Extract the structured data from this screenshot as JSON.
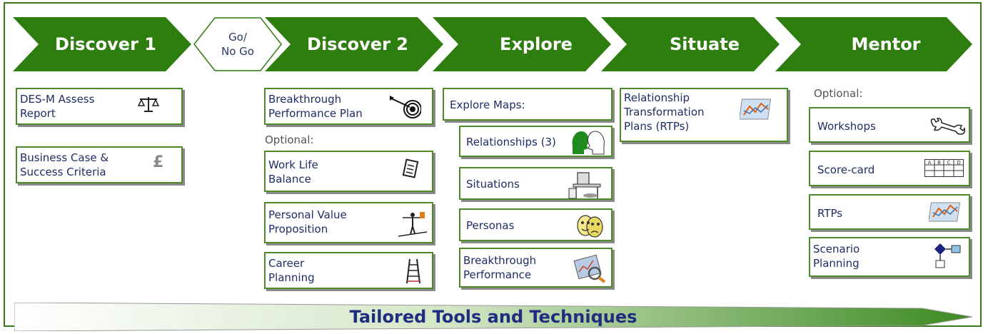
{
  "phases": [
    {
      "label": "Discover 1"
    },
    {
      "label": "Discover 2"
    },
    {
      "label": "Explore"
    },
    {
      "label": "Situate"
    },
    {
      "label": "Mentor"
    }
  ],
  "gate": {
    "line1": "Go/",
    "line2": "No Go"
  },
  "col1": {
    "items": [
      {
        "text": "DES-M Assess\nReport",
        "icon": "scales-icon"
      },
      {
        "text": "Business Case &\nSuccess Criteria",
        "icon": "pound-icon",
        "icon_text": "£"
      }
    ]
  },
  "col2": {
    "main": {
      "text": "Breakthrough\nPerformance Plan",
      "icon": "dart-target-icon"
    },
    "optional_label": "Optional:",
    "items": [
      {
        "text": "Work Life\nBalance",
        "icon": "scroll-icon"
      },
      {
        "text": "Personal Value\nProposition",
        "icon": "tightrope-walker-icon"
      },
      {
        "text": "Career\nPlanning",
        "icon": "ladder-icon"
      }
    ]
  },
  "col3": {
    "header": {
      "text": "Explore Maps:"
    },
    "items": [
      {
        "text": "Relationships (3)",
        "icon": "heads-icon"
      },
      {
        "text": "Situations",
        "icon": "desk-icon"
      },
      {
        "text": "Personas",
        "icon": "masks-icon"
      },
      {
        "text": "Breakthrough\nPerformance",
        "icon": "chart-magnifier-icon"
      }
    ]
  },
  "col4": {
    "items": [
      {
        "text": "Relationship\nTransformation\nPlans (RTPs)",
        "icon": "trend-chart-icon"
      }
    ]
  },
  "col5": {
    "optional_label": "Optional:",
    "items": [
      {
        "text": "Workshops",
        "icon": "wrench-icon"
      },
      {
        "text": "Score-card",
        "icon": "scorecard-grid-icon",
        "grid_labels": [
          "A",
          "B",
          "C",
          "D"
        ]
      },
      {
        "text": "RTPs",
        "icon": "trend-chart-icon"
      },
      {
        "text": "Scenario\nPlanning",
        "icon": "flowchart-icon"
      }
    ]
  },
  "footer": {
    "label": "Tailored Tools and Techniques"
  },
  "colors": {
    "green": "#2e7d0f",
    "box_border": "#4c8a2a",
    "text_blue": "#1f2d66"
  }
}
